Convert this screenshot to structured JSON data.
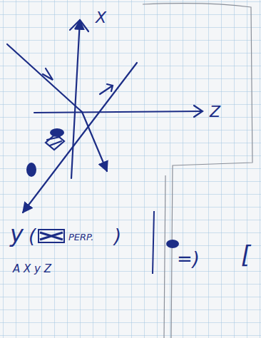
{
  "diagram": {
    "labels": [
      "X",
      "Z",
      "y",
      "(",
      "PERP.",
      ")",
      "A X y Z",
      "=)",
      "["
    ]
  }
}
